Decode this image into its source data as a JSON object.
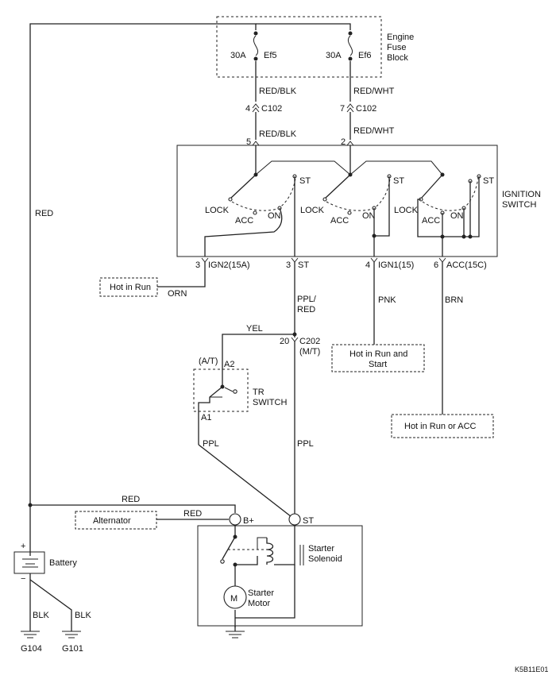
{
  "fuse_block": {
    "label_lines": [
      "Engine",
      "Fuse",
      "Block"
    ],
    "fuses": [
      {
        "rating": "30A",
        "name": "Ef5"
      },
      {
        "rating": "30A",
        "name": "Ef6"
      }
    ]
  },
  "wires": {
    "red_blk": "RED/BLK",
    "red_wht": "RED/WHT",
    "red_main": "RED",
    "orn": "ORN",
    "ppl_red": [
      "PPL/",
      "RED"
    ],
    "pnk": "PNK",
    "brn": "BRN",
    "yel": "YEL",
    "ppl_a1": "PPL",
    "ppl_st": "PPL",
    "red_bplus": "RED",
    "red_alt": "RED",
    "blk_g104": "BLK",
    "blk_g101": "BLK"
  },
  "connectors": {
    "c102_left": {
      "pin": "4",
      "name": "C102"
    },
    "c102_right": {
      "pin": "7",
      "name": "C102"
    },
    "sw_pin_left": "5",
    "sw_pin_right": "2",
    "c202": {
      "pin": "20",
      "name": "C202",
      "note": "(M/T)"
    }
  },
  "ignition_switch": {
    "label_lines": [
      "IGNITION",
      "SWITCH"
    ],
    "positions": {
      "st": "ST",
      "lock": "LOCK",
      "acc": "ACC",
      "on": "ON"
    },
    "outputs": [
      {
        "pin": "3",
        "name": "IGN2(15A)"
      },
      {
        "pin": "3",
        "name": "ST"
      },
      {
        "pin": "4",
        "name": "IGN1(15)"
      },
      {
        "pin": "6",
        "name": "ACC(15C)"
      }
    ]
  },
  "notes": {
    "hot_run": "Hot in Run",
    "hot_run_start": [
      "Hot in Run and",
      "Start"
    ],
    "hot_run_acc": "Hot in Run or ACC",
    "alternator": "Alternator"
  },
  "tr_switch": {
    "label_lines": [
      "TR",
      "SWITCH"
    ],
    "at": "(A/T)",
    "a2": "A2",
    "a1": "A1"
  },
  "starter": {
    "bplus": "B+",
    "st": "ST",
    "solenoid": [
      "Starter",
      "Solenoid"
    ],
    "motor": [
      "Starter",
      "Motor"
    ],
    "motor_symbol": "M"
  },
  "battery": {
    "label": "Battery",
    "plus": "+",
    "minus": "−"
  },
  "grounds": {
    "g104": "G104",
    "g101": "G101"
  },
  "diagram_code": "K5B11E01"
}
